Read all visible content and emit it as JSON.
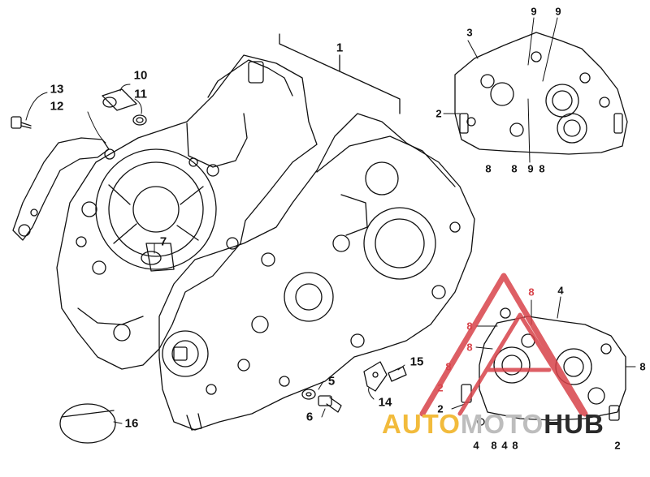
{
  "diagram": {
    "callouts_main": [
      {
        "id": "c1",
        "text": "1"
      },
      {
        "id": "c5",
        "text": "5"
      },
      {
        "id": "c6",
        "text": "6"
      },
      {
        "id": "c7",
        "text": "7"
      },
      {
        "id": "c10",
        "text": "10"
      },
      {
        "id": "c11",
        "text": "11"
      },
      {
        "id": "c12",
        "text": "12"
      },
      {
        "id": "c13",
        "text": "13"
      },
      {
        "id": "c14",
        "text": "14"
      },
      {
        "id": "c15",
        "text": "15"
      },
      {
        "id": "c16",
        "text": "16"
      }
    ],
    "callouts_inset_top": [
      {
        "id": "t3",
        "text": "3"
      },
      {
        "id": "t9a",
        "text": "9"
      },
      {
        "id": "t9b",
        "text": "9"
      },
      {
        "id": "t2",
        "text": "2"
      },
      {
        "id": "t8a",
        "text": "8"
      },
      {
        "id": "t8b",
        "text": "8"
      },
      {
        "id": "t9c",
        "text": "9"
      },
      {
        "id": "t8c",
        "text": "8"
      }
    ],
    "callouts_inset_bottom": [
      {
        "id": "b4a",
        "text": "4"
      },
      {
        "id": "b8a",
        "text": "8"
      },
      {
        "id": "b8b",
        "text": "8"
      },
      {
        "id": "b8c",
        "text": "8"
      },
      {
        "id": "b8d",
        "text": "8"
      },
      {
        "id": "b8e",
        "text": "8"
      },
      {
        "id": "b2a",
        "text": "2"
      },
      {
        "id": "b2b",
        "text": "2"
      },
      {
        "id": "b4b",
        "text": "4"
      },
      {
        "id": "b8f",
        "text": "8"
      },
      {
        "id": "b4c",
        "text": "4"
      },
      {
        "id": "b8g",
        "text": "8"
      },
      {
        "id": "b2c",
        "text": "2"
      }
    ]
  },
  "watermark": {
    "part1": "AUTO",
    "part2": "MOTO",
    "part3": "HUB",
    "colors": {
      "auto": "#f2bb3c",
      "moto": "#bdbdbd",
      "hub": "#2a2a2a",
      "logo": "#d8434a"
    }
  }
}
